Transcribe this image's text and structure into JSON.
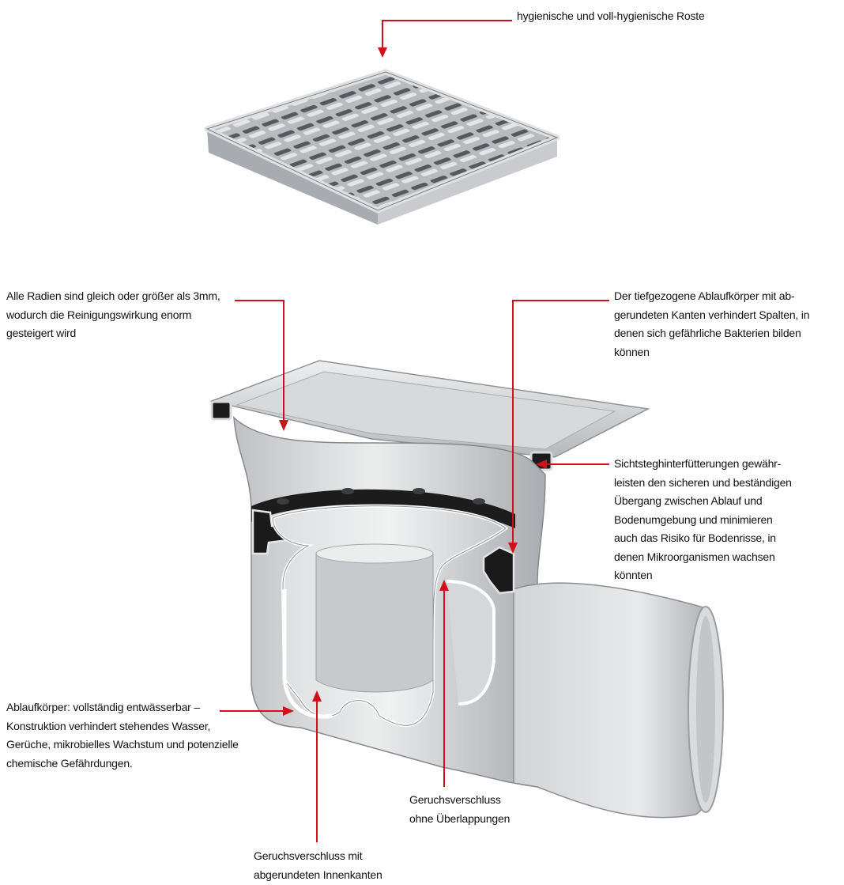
{
  "colors": {
    "accent": "#d0111b",
    "steel_light": "#e6e7e9",
    "steel_mid": "#c4c6c9",
    "steel_dark": "#8f9296",
    "gasket": "#1a1a1a",
    "text": "#111111"
  },
  "labels": {
    "grate": [
      "hygienische und voll-hygienische Roste"
    ],
    "radii": [
      "Alle Radien sind gleich oder größer als 3mm,",
      "wodurch die Reinigungswirkung enorm",
      "gesteigert wird"
    ],
    "body_deep": [
      "Der tiefgezogene Ablaufkörper mit ab-",
      "gerundeten Kanten verhindert Spalten, in",
      "denen sich gefährliche Bakterien bilden",
      "können"
    ],
    "gasket": [
      "Sichtsteghinterfütterungen gewähr-",
      "leisten den sicheren und beständigen",
      "Übergang zwischen Ablauf und",
      "Bodenumgebung und minimieren",
      "auch das Risiko für Bodenrisse, in",
      "denen Mikroorganismen wachsen",
      "könnten"
    ],
    "drainable": [
      "Ablaufkörper: vollständig entwässerbar –",
      "Konstruktion verhindert stehendes Wasser,",
      "Gerüche, mikrobielles Wachstum und potenzielle",
      "chemische Gefährdungen."
    ],
    "trap_no_overlap": [
      "Geruchsverschluss",
      "ohne Überlappungen"
    ],
    "trap_rounded": [
      "Geruchsverschluss mit",
      "abgerundeten Innenkanten"
    ]
  },
  "icons": {
    "grate": "drain-grate-illustration",
    "drain": "drain-body-cutaway-illustration",
    "arrow": "red-callout-arrow"
  }
}
